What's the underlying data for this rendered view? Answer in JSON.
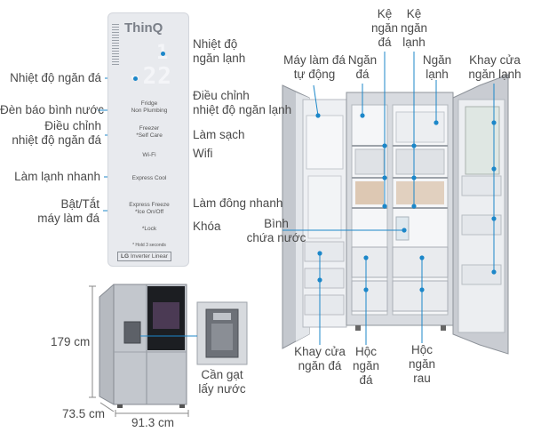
{
  "panel": {
    "logo": "ThinQ",
    "fridge_temp_digit": "1",
    "freezer_temp_digits": "-22",
    "fridge_label": "Fridge",
    "non_plumbing_label": "Non Plumbing",
    "freezer_label": "Freezer",
    "self_care_label": "*Self Care",
    "wifi_label": "Wi-Fi",
    "express_cool_label": "Express Cool",
    "express_freeze_label": "Express Freeze",
    "ice_on_off_label": "*Ice On/Off",
    "lock_label": "*Lock",
    "hold_note": "* Hold 3 seconds",
    "inverter_label": "Inverter Linear"
  },
  "panel_callouts": {
    "fridge_temp": [
      "Nhiệt độ",
      "ngăn lạnh"
    ],
    "freezer_temp": "Nhiệt độ ngăn đá",
    "adjust_fridge_temp": [
      "Điều chỉnh",
      "nhiệt độ ngăn lạnh"
    ],
    "water_filter_light": "Đèn báo bình nước",
    "adjust_freezer_temp": [
      "Điều chỉnh",
      "nhiệt độ ngăn đá"
    ],
    "clean": "Làm sạch",
    "wifi": "Wifi",
    "express_cool": "Làm lạnh nhanh",
    "express_freeze": "Làm đông nhanh",
    "ice_maker_toggle": [
      "Bật/Tắt",
      "máy làm đá"
    ],
    "lock": "Khóa"
  },
  "interior_callouts": {
    "ice_maker": [
      "Máy làm đá",
      "tự động"
    ],
    "freezer_compartment": [
      "Ngăn",
      "đá"
    ],
    "freezer_shelf": [
      "Kệ",
      "ngăn",
      "đá"
    ],
    "fridge_shelf": [
      "Kệ",
      "ngăn",
      "lạnh"
    ],
    "fridge_compartment": [
      "Ngăn",
      "lạnh"
    ],
    "fridge_door_tray": [
      "Khay cửa",
      "ngăn lạnh"
    ],
    "water_tank": [
      "Bình",
      "chứa nước"
    ],
    "freezer_door_tray": [
      "Khay cửa",
      "ngăn đá"
    ],
    "freezer_drawer": [
      "Hộc",
      "ngăn",
      "đá"
    ],
    "crisper_drawer": [
      "Hộc",
      "ngăn",
      "rau"
    ]
  },
  "dimensions": {
    "height": "179 cm",
    "depth": "73.5 cm",
    "width": "91.3 cm"
  },
  "dispenser": {
    "lever_label": [
      "Cần gạt",
      "lấy nước"
    ]
  },
  "colors": {
    "callout_line": "#1c87c9",
    "text": "#4a4a4a",
    "panel": "#e8eaee",
    "steel": "#a9adb3"
  }
}
